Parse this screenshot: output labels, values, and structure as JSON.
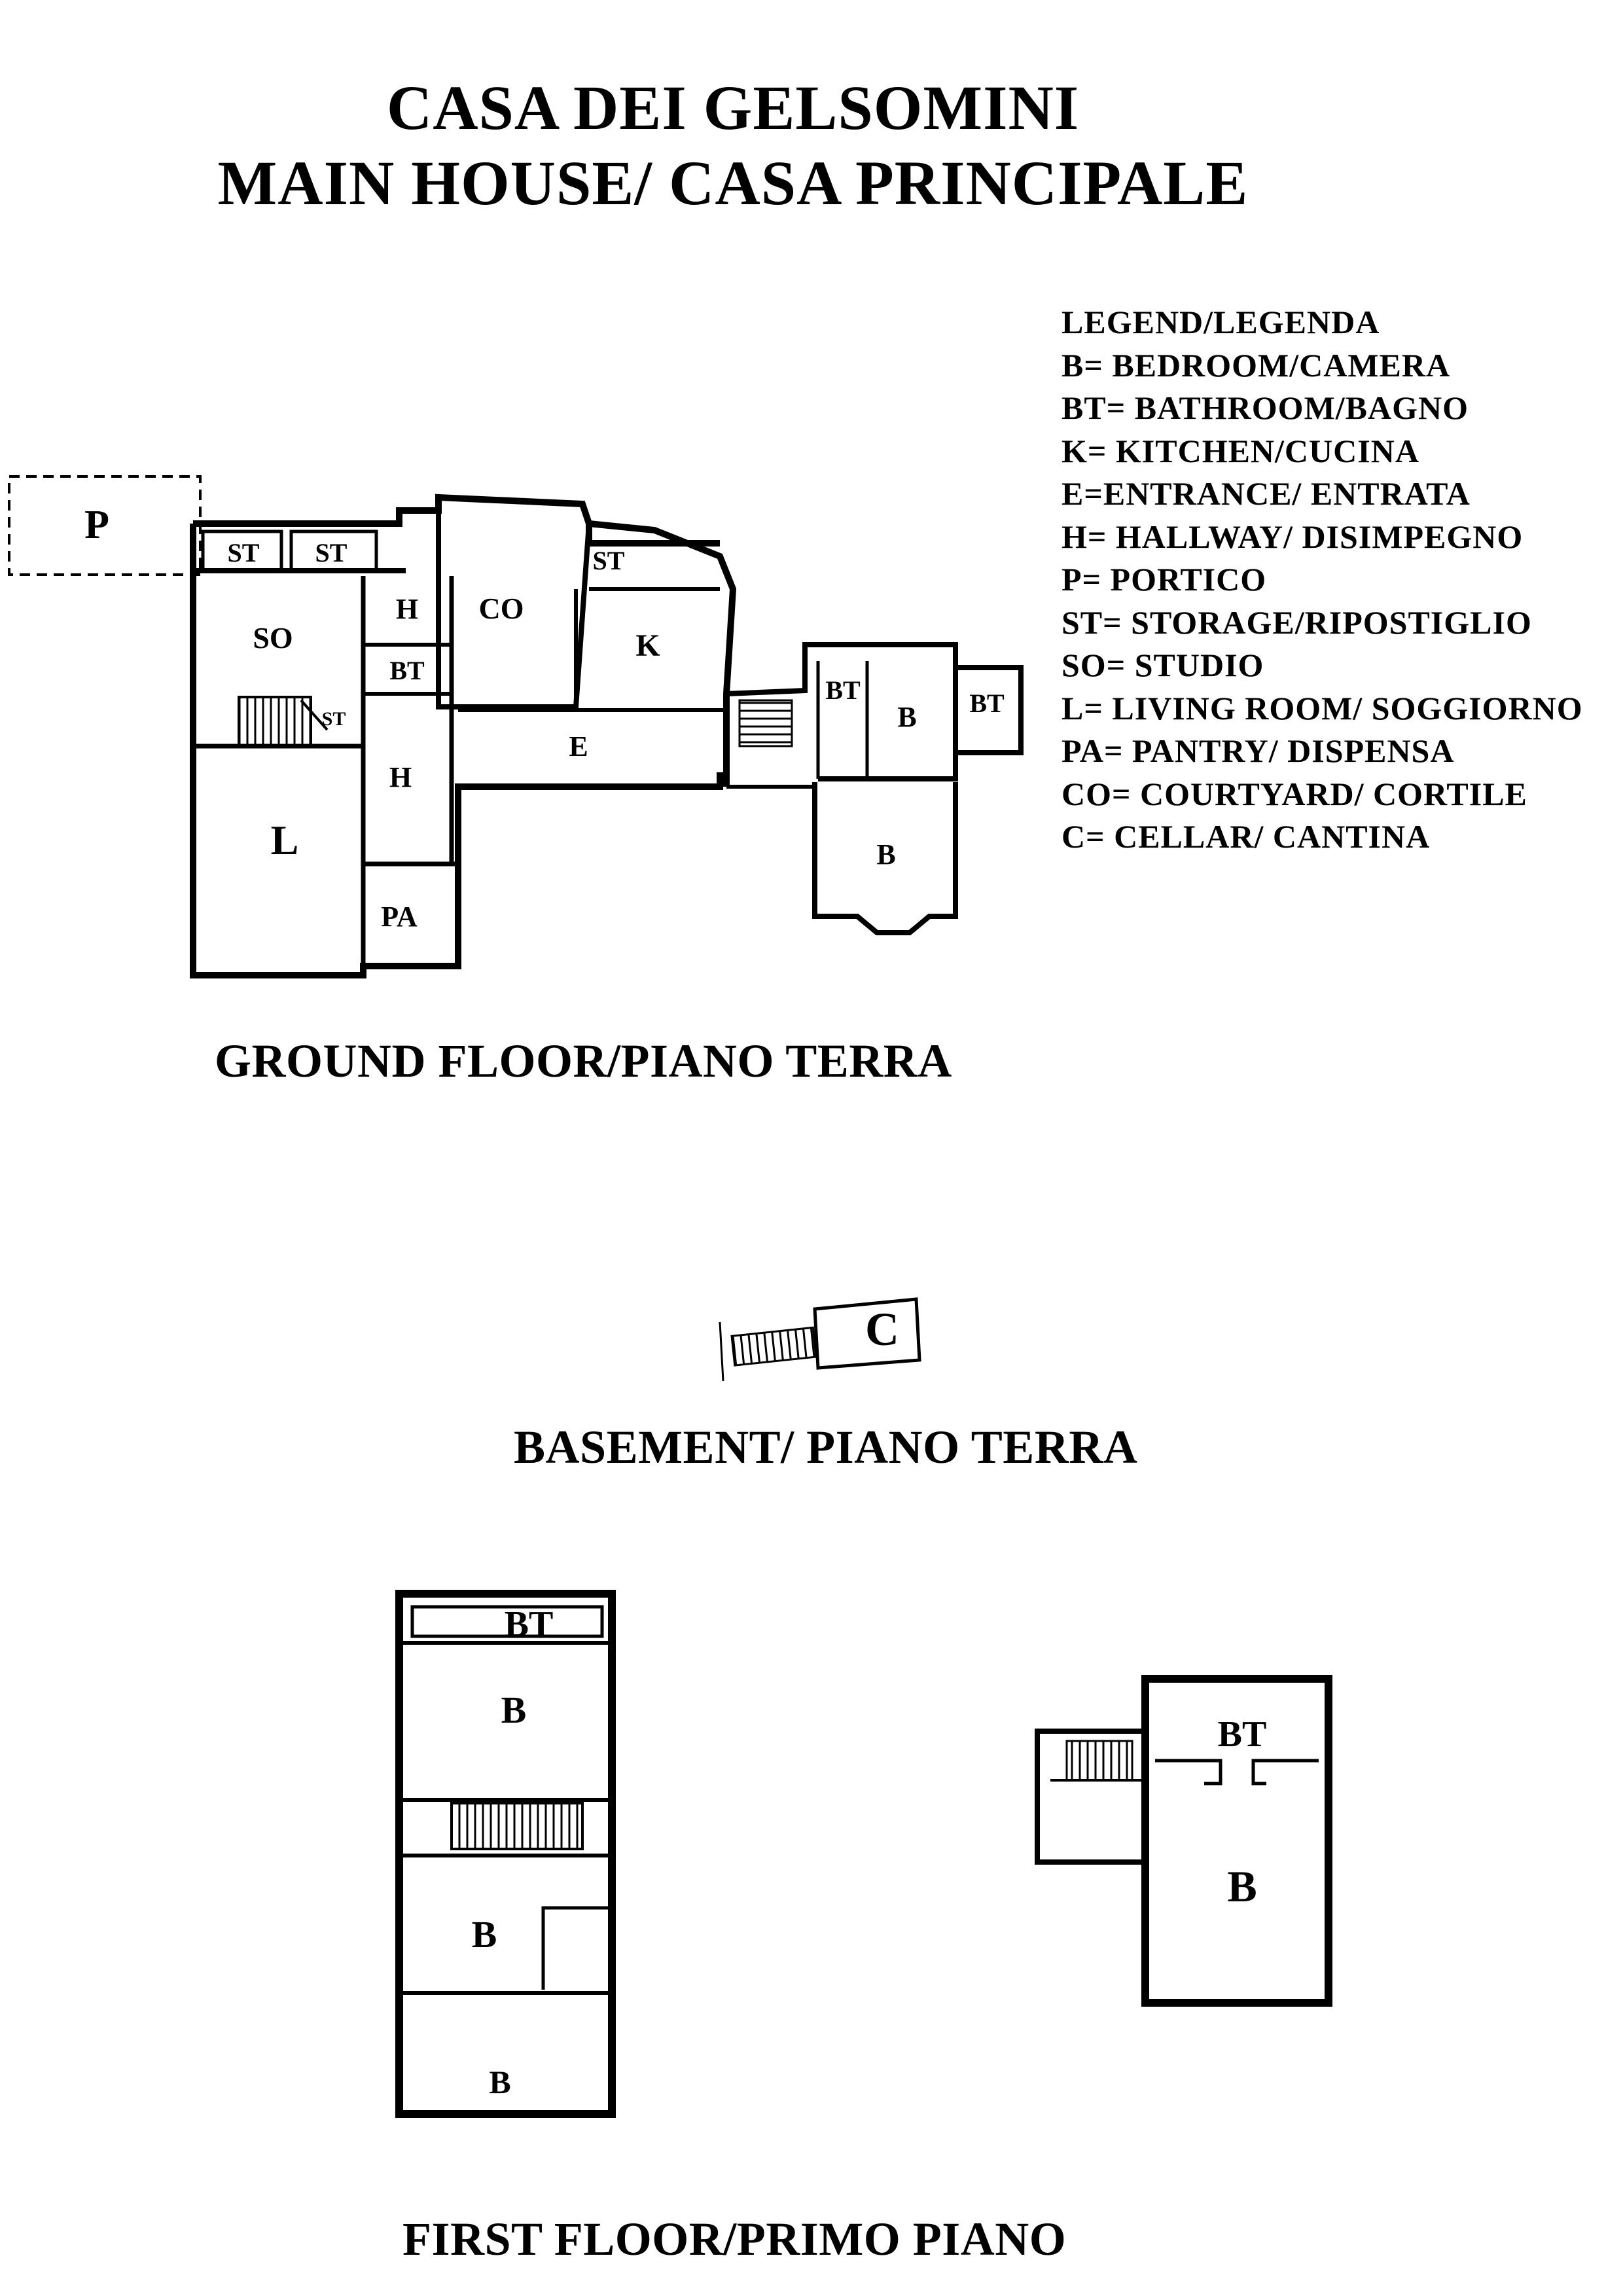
{
  "title": {
    "line1": "CASA DEI GELSOMINI",
    "line2": "MAIN HOUSE/ CASA PRINCIPALE"
  },
  "legend": {
    "heading": "LEGEND/LEGENDA",
    "items": [
      "B= BEDROOM/CAMERA",
      "BT= BATHROOM/BAGNO",
      "K= KITCHEN/CUCINA",
      "E=ENTRANCE/ ENTRATA",
      "H= HALLWAY/ DISIMPEGNO",
      "P= PORTICO",
      "ST= STORAGE/RIPOSTIGLIO",
      "SO= STUDIO",
      "L= LIVING ROOM/ SOGGIORNO",
      "PA= PANTRY/ DISPENSA",
      "CO= COURTYARD/ CORTILE",
      "C= CELLAR/ CANTINA"
    ]
  },
  "captions": {
    "ground": "GROUND FLOOR/PIANO TERRA",
    "basement": "BASEMENT/ PIANO TERRA",
    "first": "FIRST FLOOR/PRIMO PIANO"
  },
  "rooms": {
    "ground": {
      "portico": "P",
      "storage1": "ST",
      "storage2": "ST",
      "storage3": "ST",
      "storage4": "ST",
      "studio": "SO",
      "hallway1": "H",
      "hallway2": "H",
      "bathroom1": "BT",
      "courtyard": "CO",
      "kitchen": "K",
      "entrance": "E",
      "living": "L",
      "pantry": "PA",
      "bathroom2": "BT",
      "bedroom1": "B",
      "bathroom3": "BT",
      "bedroom2": "B"
    },
    "basement": {
      "cellar": "C"
    },
    "first": {
      "bathroom1": "BT",
      "bedroom1": "B",
      "bedroom2": "B",
      "bedroom3": "B",
      "bathroom2": "BT",
      "bedroom4": "B"
    }
  }
}
